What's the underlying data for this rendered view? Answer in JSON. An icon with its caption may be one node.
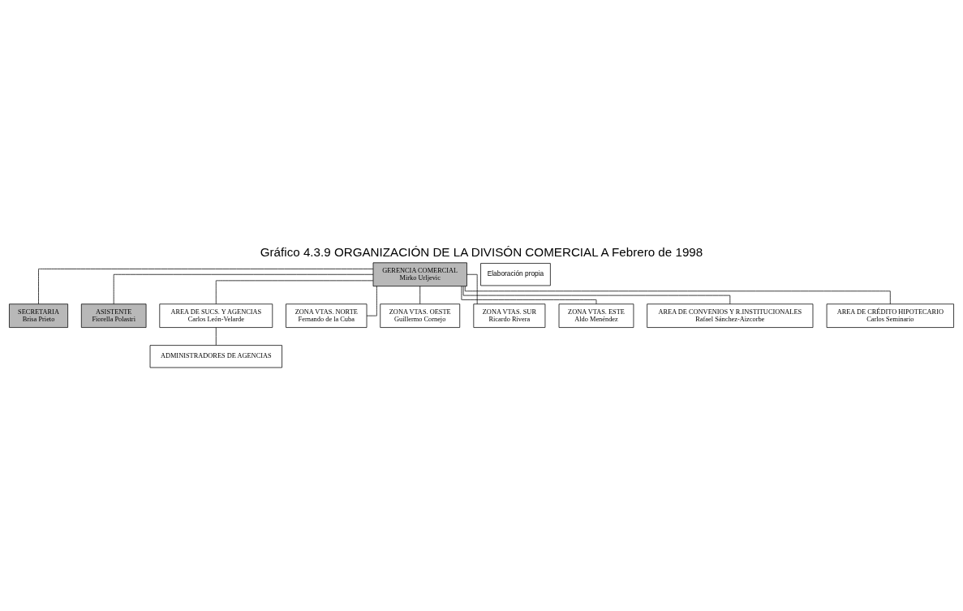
{
  "diagram": {
    "title": "Gráfico 4.3.9 ORGANIZACIÓN DE LA DIVISÓN COMERCIAL A Febrero de 1998",
    "nodes": [
      {
        "text": [
          "GERENCIA COMERCIAL",
          "Mirko Urljevic"
        ]
      },
      {
        "text": [
          "SECRETARIA",
          "Brisa Prieto"
        ]
      },
      {
        "text": [
          "ASISTENTE",
          "Fiorella Polastri"
        ]
      },
      {
        "text": [
          "AREA DE SUCS. Y AGENCIAS",
          "Carlos León-Velarde"
        ]
      },
      {
        "text": [
          "ADMINISTRADORES DE AGENCIAS"
        ]
      },
      {
        "text": [
          "ZONA VTAS. NORTE",
          "Fernando de la Cuba"
        ]
      },
      {
        "text": [
          "ZONA VTAS. OESTE",
          "Guillermo Cornejo"
        ]
      },
      {
        "text": [
          "ZONA VTAS. SUR",
          "Ricardo Rivera"
        ]
      },
      {
        "text": [
          "ZONA VTAS. ESTE",
          "Aldo Menéndez"
        ]
      },
      {
        "text": [
          "AREA DE CONVENIOS Y R.INSTITUCIONALES",
          "Rafael Sánchez-Aizcorbe"
        ]
      },
      {
        "text": [
          "AREA DE CRÉDITO HIPOTECARIO",
          "Carlos Seminario"
        ]
      },
      {
        "text": [
          "Elaboración propia"
        ]
      }
    ],
    "edges": [
      {
        "from": 0,
        "to": 1,
        "arrow": "none"
      },
      {
        "from": 0,
        "to": 2,
        "arrow": "none"
      },
      {
        "from": 0,
        "to": 3,
        "arrow": "none"
      },
      {
        "from": 3,
        "to": 4,
        "arrow": "none"
      },
      {
        "from": 0,
        "to": 5,
        "arrow": "none"
      },
      {
        "from": 0,
        "to": 6,
        "arrow": "none"
      },
      {
        "from": 0,
        "to": 7,
        "arrow": "none"
      },
      {
        "from": 0,
        "to": 8,
        "arrow": "none"
      },
      {
        "from": 0,
        "to": 9,
        "arrow": "none"
      },
      {
        "from": 0,
        "to": 10,
        "arrow": "none"
      }
    ]
  }
}
